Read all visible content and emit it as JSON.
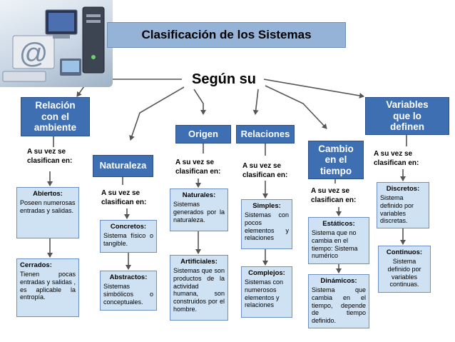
{
  "title": "Clasificación de los Sistemas",
  "root": "Según su",
  "categories": {
    "relacion_ambiente": "Relación con el ambiente",
    "naturaleza": "Naturaleza",
    "origen": "Origen",
    "relaciones": "Relaciones",
    "cambio_tiempo": "Cambio en el tiempo",
    "variables": "Variables que lo definen"
  },
  "sublabel": "A su vez se clasifican en:",
  "cards": {
    "abiertos": {
      "title": "Abiertos:",
      "body": "Poseen numerosas entradas y salidas."
    },
    "cerrados": {
      "title": "Cerrados:",
      "body": "Tienen pocas entradas y salidas , es aplicable la entropía."
    },
    "concretos": {
      "title": "Concretos:",
      "body": "Sistema físico o tangible."
    },
    "abstractos": {
      "title": "Abstractos:",
      "body": "Sistemas simbólicos o conceptuales."
    },
    "naturales": {
      "title": "Naturales:",
      "body": "Sistemas generados por la naturaleza."
    },
    "artificiales": {
      "title": "Artificiales:",
      "body": "Sistemas que son productos de la actividad humana, son construidos por el hombre."
    },
    "simples": {
      "title": "Simples:",
      "body": "Sistemas con pocos elementos y relaciones"
    },
    "complejos": {
      "title": "Complejos:",
      "body": "Sistemas con numerosos elementos y relaciones"
    },
    "estaticos": {
      "title": "Estáticos:",
      "body": "Sistema que no cambia en el tiempo: Sistema numérico"
    },
    "dinamicos": {
      "title": "Dinámicos:",
      "body": "Sistema que cambia en el tiempo, depende de tiempo definido."
    },
    "discretos": {
      "title": "Discretos:",
      "body": "Sistema definido por variables discretas."
    },
    "continuos": {
      "title": "Continuos:",
      "body": "Sistema definido por variables continuas."
    }
  },
  "colors": {
    "header_blue": "#3e6fb3",
    "card_fill": "#cfe2f3",
    "arrow": "#555555",
    "title_bar": "#95b3d7"
  }
}
